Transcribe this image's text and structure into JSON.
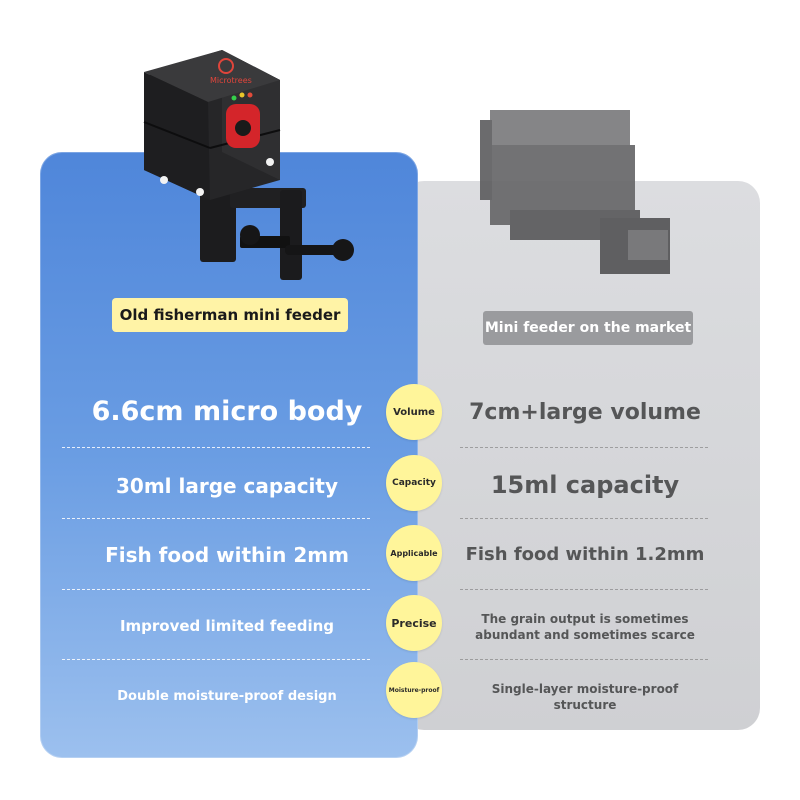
{
  "brand_logo_text": "Microtrees",
  "left": {
    "label": "Old fisherman mini feeder",
    "rows": [
      "6.6cm micro body",
      "30ml large capacity",
      "Fish food within 2mm",
      "Improved limited feeding",
      "Double moisture-proof design"
    ]
  },
  "right": {
    "label": "Mini feeder on the market",
    "rows": [
      "7cm+large volume",
      "15ml capacity",
      "Fish food within 1.2mm",
      "The grain output is sometimes abundant and sometimes scarce",
      "Single-layer moisture-proof structure"
    ]
  },
  "badges": [
    "Volume",
    "Capacity",
    "Applicable",
    "Precise",
    "Moisture-proof"
  ],
  "colors": {
    "left_panel": "#4f86da",
    "right_panel": "#d6d7da",
    "badge": "#fff59a",
    "label_left": "#fff3a6",
    "label_right": "#9a9b9e"
  }
}
